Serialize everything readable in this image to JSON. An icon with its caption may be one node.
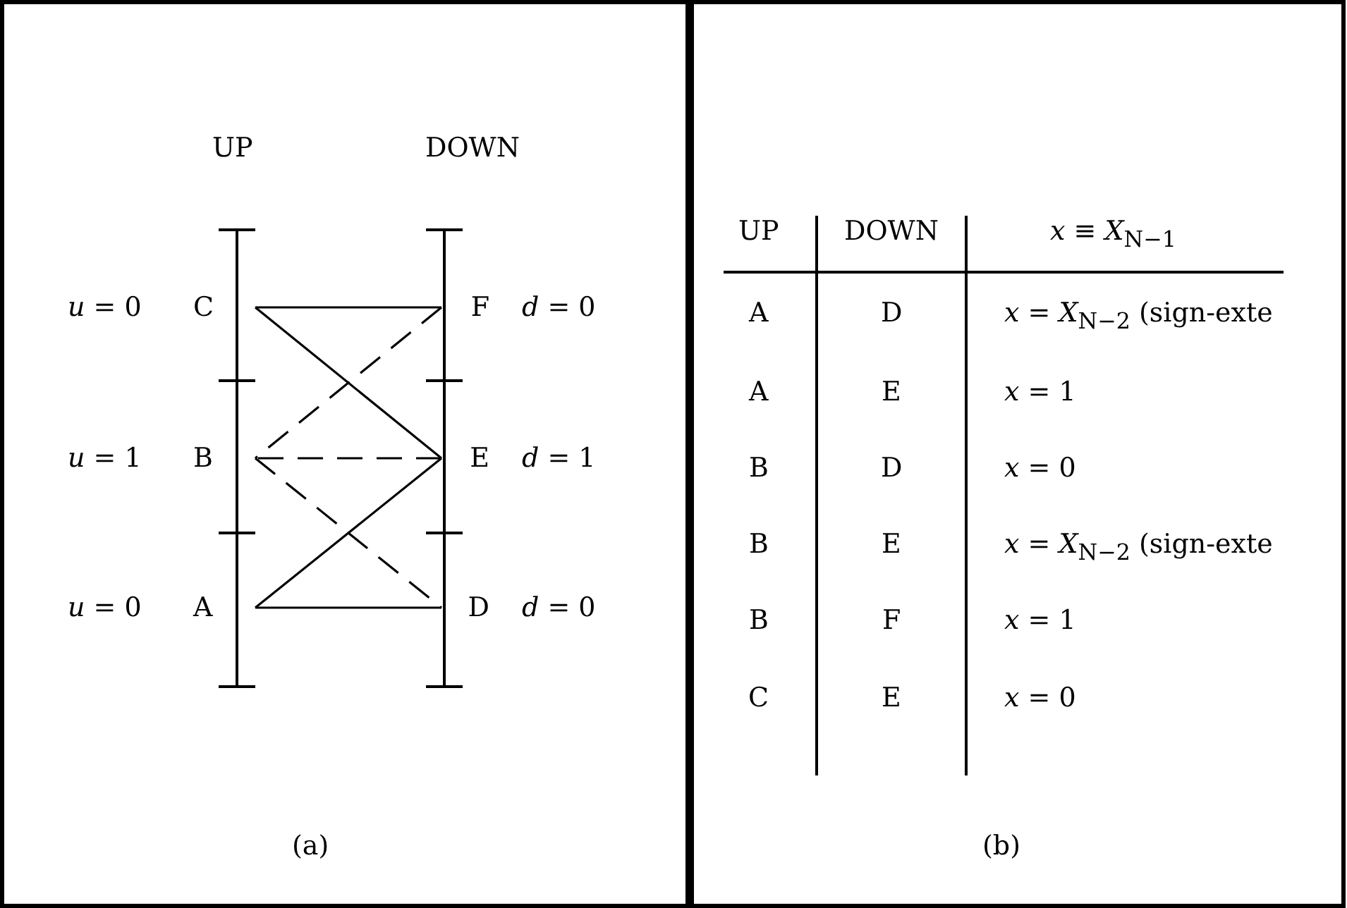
{
  "diagram": {
    "nodes": [
      {
        "text": [
          "C"
        ],
        "beside": [
          "*u* = 0"
        ]
      },
      {
        "text": [
          "B"
        ],
        "beside": [
          "*u* = 1"
        ]
      },
      {
        "text": [
          "A"
        ],
        "beside": [
          "*u* = 0"
        ]
      },
      {
        "text": [
          "F"
        ],
        "beside": [
          "*d* = 0"
        ]
      },
      {
        "text": [
          "E"
        ],
        "beside": [
          "*d* = 1"
        ]
      },
      {
        "text": [
          "D"
        ],
        "beside": [
          "*d* = 0"
        ]
      }
    ],
    "edges": [
      {
        "from": 0,
        "to": 3,
        "arrow": "none"
      },
      {
        "from": 0,
        "to": 4,
        "arrow": "none"
      },
      {
        "from": 3,
        "to": 1,
        "arrow": "none",
        "style": "dashed"
      },
      {
        "from": 4,
        "to": 1,
        "arrow": "none",
        "style": "dashed"
      },
      {
        "from": 1,
        "to": 5,
        "arrow": "none",
        "style": "dashed"
      },
      {
        "from": 4,
        "to": 2,
        "arrow": "none"
      },
      {
        "from": 2,
        "to": 5,
        "arrow": "none"
      }
    ],
    "labels": [
      "UP",
      "DOWN",
      "UP",
      "DOWN",
      "*x* ≡ *X*$_{N−1}$",
      "A",
      "D",
      "*x* = *X*$_{N−2}$ (sign-exte",
      "A",
      "E",
      "*x* = 1",
      "B",
      "D",
      "*x* = 0",
      "B",
      "E",
      "*x* = *X*$_{N−2}$ (sign-exte",
      "B",
      "F",
      "*x* = 1",
      "C",
      "E",
      "*x* = 0",
      "(a)",
      "(b)"
    ]
  }
}
